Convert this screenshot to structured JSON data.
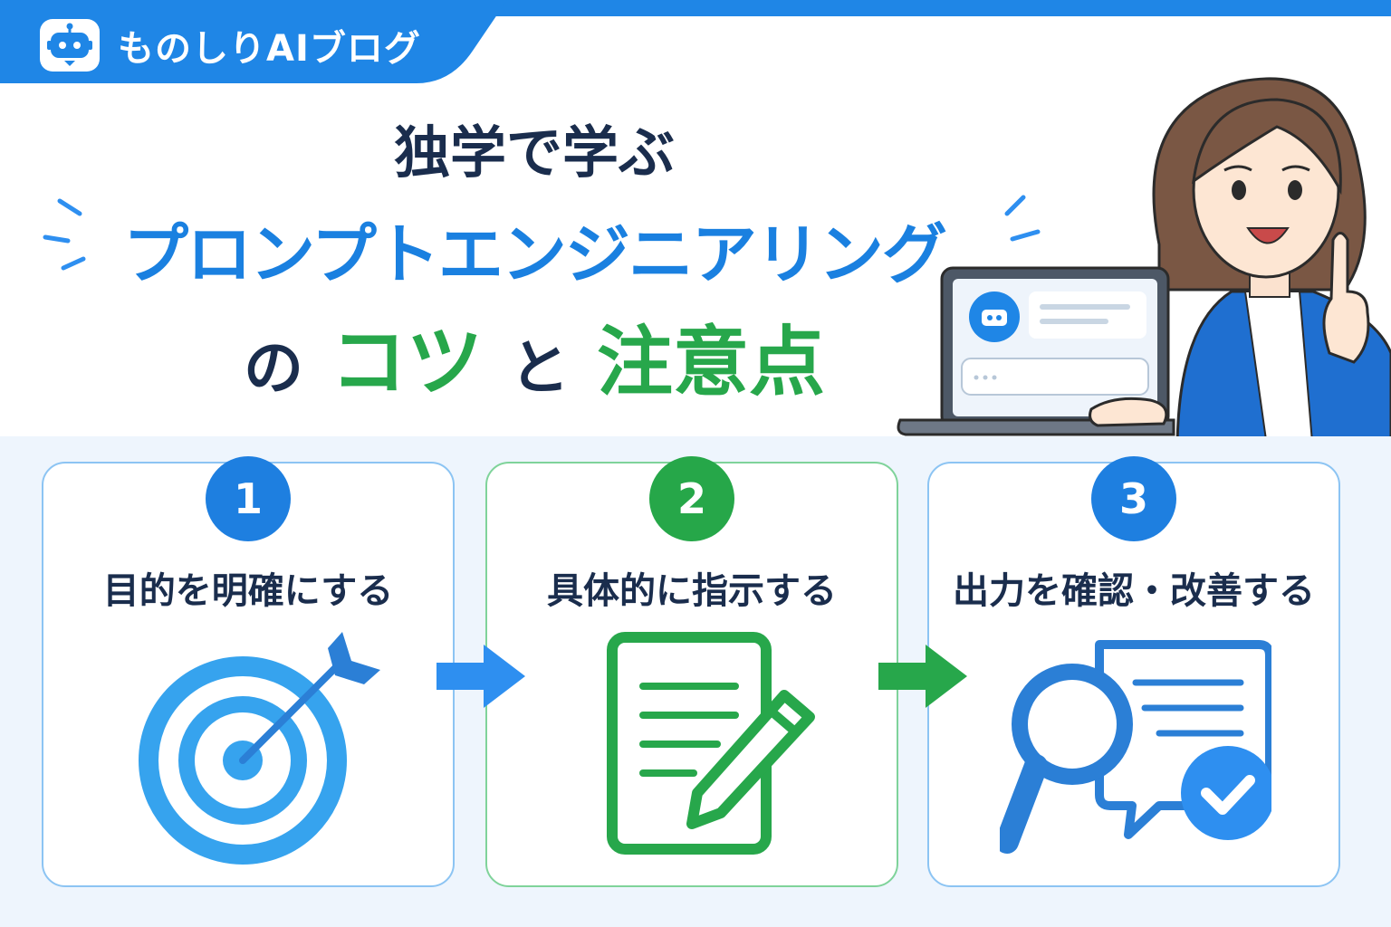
{
  "brand": {
    "name": "ものしりAIブログ",
    "icon": "robot-icon"
  },
  "title": {
    "line1": "独学で学ぶ",
    "line2": "プロンプトエンジニアリング",
    "line3_prefix": "の",
    "line3_highlight1": "コツ",
    "line3_middle": "と",
    "line3_highlight2": "注意点"
  },
  "steps": [
    {
      "number": "1",
      "title": "目的を明確にする",
      "icon": "target-icon",
      "color": "#1e7fe0"
    },
    {
      "number": "2",
      "title": "具体的に指示する",
      "icon": "document-pencil-icon",
      "color": "#26a749"
    },
    {
      "number": "3",
      "title": "出力を確認・改善する",
      "icon": "magnifier-check-icon",
      "color": "#1e7fe0"
    }
  ],
  "colors": {
    "primary": "#1e7fe0",
    "green": "#26a749",
    "navy": "#1a2d4d",
    "light_bg": "#eef5fd"
  }
}
